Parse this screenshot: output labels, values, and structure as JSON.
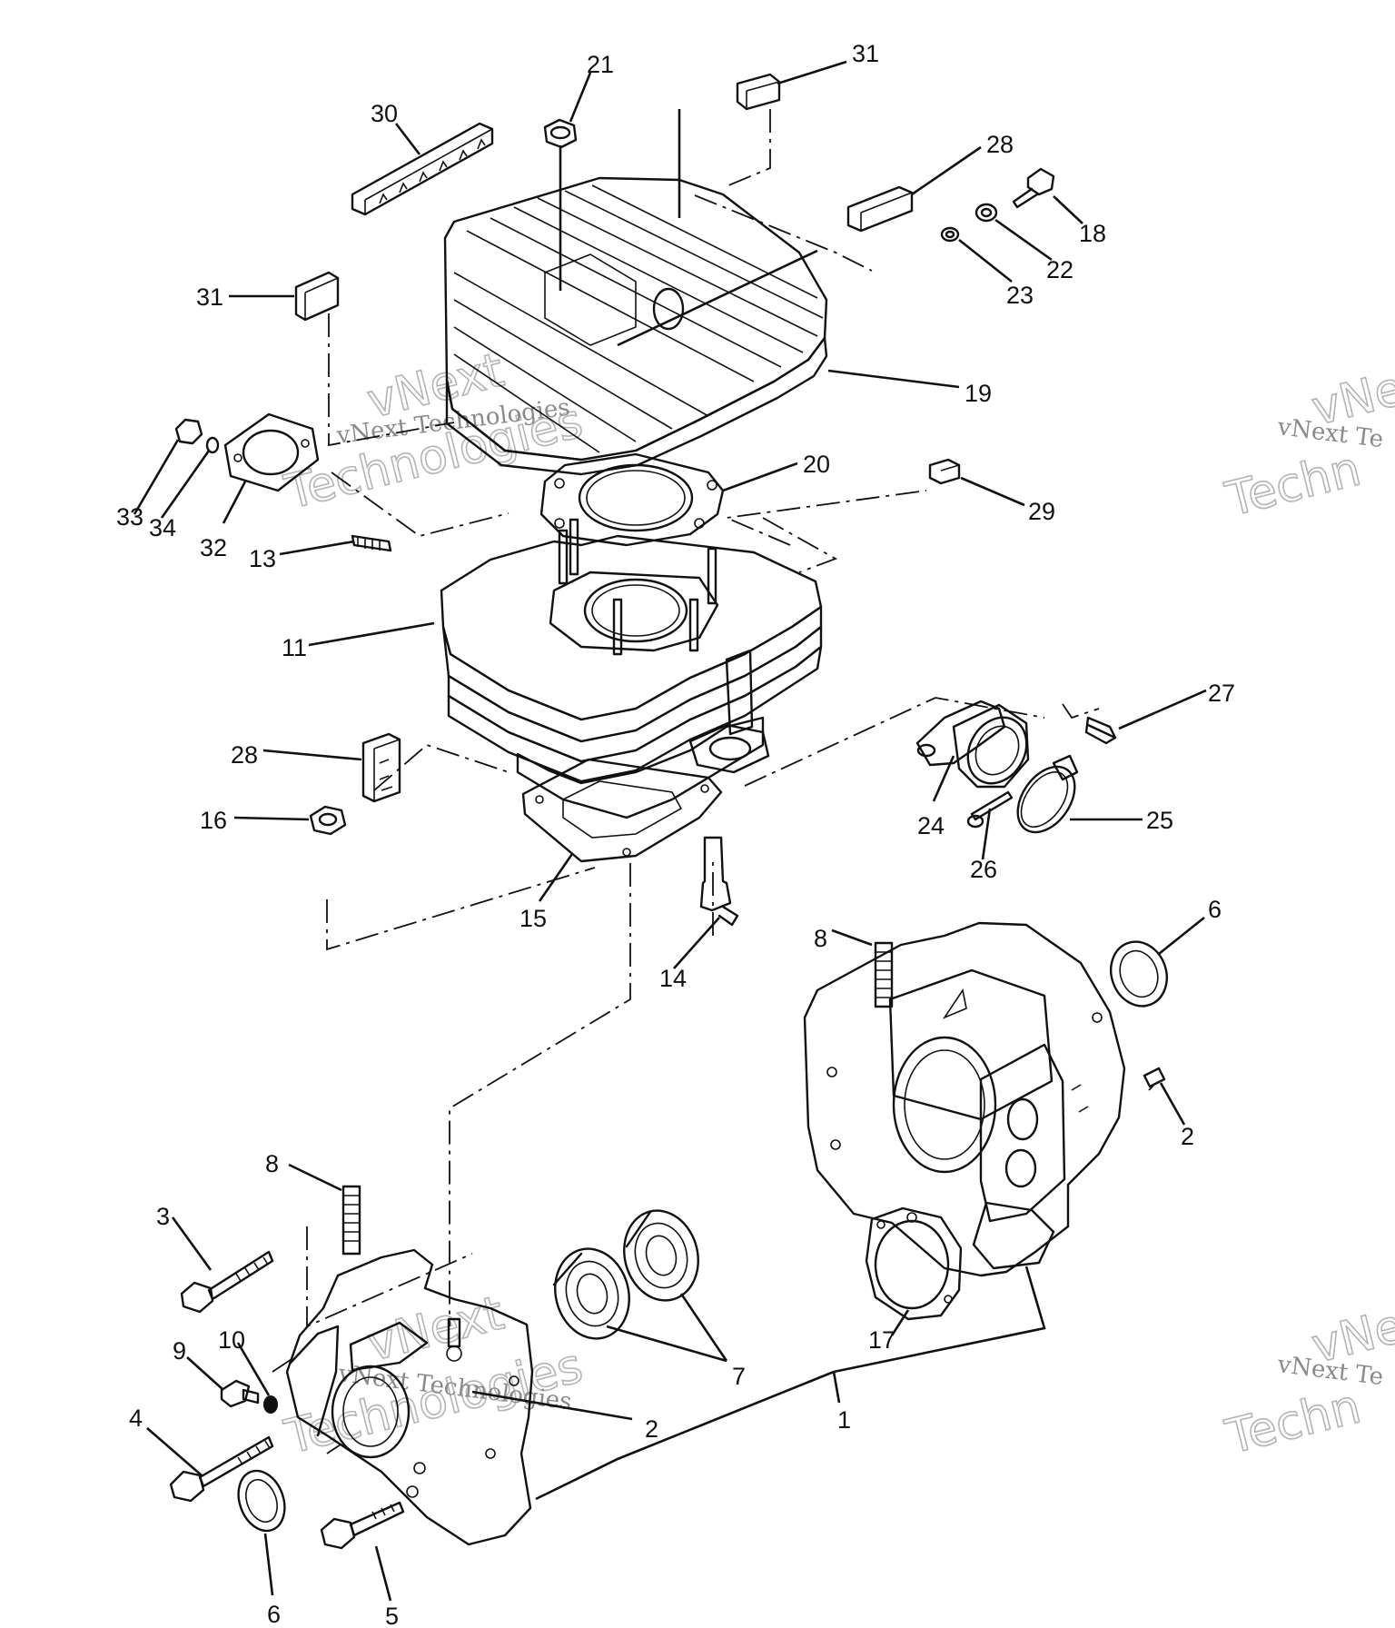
{
  "diagram": {
    "callouts": [
      {
        "id": "c21a",
        "label": "21"
      },
      {
        "id": "c31a",
        "label": "31"
      },
      {
        "id": "c30",
        "label": "30"
      },
      {
        "id": "c28a",
        "label": "28"
      },
      {
        "id": "c18",
        "label": "18"
      },
      {
        "id": "c22",
        "label": "22"
      },
      {
        "id": "c23",
        "label": "23"
      },
      {
        "id": "c31b",
        "label": "31"
      },
      {
        "id": "c19",
        "label": "19"
      },
      {
        "id": "c20",
        "label": "20"
      },
      {
        "id": "c29",
        "label": "29"
      },
      {
        "id": "c33",
        "label": "33"
      },
      {
        "id": "c34",
        "label": "34"
      },
      {
        "id": "c32",
        "label": "32"
      },
      {
        "id": "c13",
        "label": "13"
      },
      {
        "id": "c11",
        "label": "11"
      },
      {
        "id": "c27",
        "label": "27"
      },
      {
        "id": "c28b",
        "label": "28"
      },
      {
        "id": "c16",
        "label": "16"
      },
      {
        "id": "c24",
        "label": "24"
      },
      {
        "id": "c25",
        "label": "25"
      },
      {
        "id": "c26",
        "label": "26"
      },
      {
        "id": "c15",
        "label": "15"
      },
      {
        "id": "c14",
        "label": "14"
      },
      {
        "id": "c6a",
        "label": "6"
      },
      {
        "id": "c8a",
        "label": "8"
      },
      {
        "id": "c2a",
        "label": "2"
      },
      {
        "id": "c8b",
        "label": "8"
      },
      {
        "id": "c3",
        "label": "3"
      },
      {
        "id": "c17",
        "label": "17"
      },
      {
        "id": "c7",
        "label": "7"
      },
      {
        "id": "c9",
        "label": "9"
      },
      {
        "id": "c10",
        "label": "10"
      },
      {
        "id": "c4",
        "label": "4"
      },
      {
        "id": "c2b",
        "label": "2"
      },
      {
        "id": "c1",
        "label": "1"
      },
      {
        "id": "c6b",
        "label": "6"
      },
      {
        "id": "c5",
        "label": "5"
      }
    ],
    "watermarks": {
      "small": "vNext Technologies",
      "big_top": "vNext",
      "big_bottom": "Technologies",
      "edge_small": "vNext Te",
      "edge_big_top": "vNe",
      "edge_big_bottom": "Techn"
    }
  }
}
